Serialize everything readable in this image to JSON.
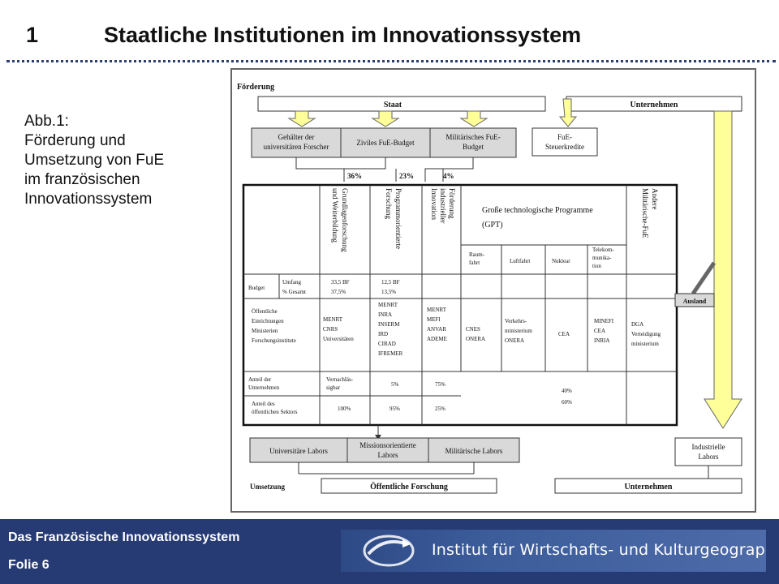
{
  "header": {
    "number": "1",
    "title": "Staatliche Institutionen im Innovationssystem"
  },
  "caption": {
    "lines": [
      "Abb.1:",
      "Förderung und",
      "Umsetzung von FuE",
      "im französischen",
      "Innovationssystem"
    ]
  },
  "diagram": {
    "foerderung_label": "Förderung",
    "staat": "Staat",
    "unternehmen_top": "Unternehmen",
    "gehaelter": [
      "Gehälter der",
      "universitären Forscher"
    ],
    "ziviles_budget": "Ziviles FuE-Budget",
    "militaer_budget": [
      "Militärisches FuE-",
      "Budget"
    ],
    "steuerkredite": [
      "FuE-",
      "Steuerkredite"
    ],
    "pct_36": "36%",
    "pct_23": "23%",
    "pct_4": "4%",
    "col_grundlagen": [
      "Grundlagenforschung",
      "und Weiterbildung"
    ],
    "col_programm": [
      "Programmorientierte",
      "Forschung"
    ],
    "col_foerderung": [
      "Förderung",
      "industrieller",
      "Innovation"
    ],
    "gpt_title": [
      "Große technologische Programme",
      "(GPT)"
    ],
    "gpt_raumfahrt": [
      "Raum-",
      "fahrt"
    ],
    "gpt_luftfahrt": "Luftfahrt",
    "gpt_nuklear": "Nuklear",
    "gpt_telekom": [
      "Telekom-",
      "munika-",
      "tion"
    ],
    "col_andere": [
      "Andere",
      "Militärische-FuE"
    ],
    "budget": "Budget",
    "umfang": "Umfang",
    "gesamt": "% Gesamt",
    "b1": "33,5 BF",
    "b1p": "37,5%",
    "b2": "12,5 BF",
    "b2p": "13,5%",
    "oeff_einr": [
      "Öffentliche",
      "Einrichtungen",
      "Ministerien",
      "Forschungsinstitute"
    ],
    "inst_grund": [
      "MENRT",
      "CNRS",
      "Universitäten"
    ],
    "inst_prog": [
      "MENRT",
      "INRA",
      "INSERM",
      "IRD",
      "CIRAD",
      "IFREMER"
    ],
    "inst_foerd": [
      "MENRT",
      "MEFI",
      "ANVAR",
      "ADEME"
    ],
    "inst_raum": [
      "CNES",
      "ONERA"
    ],
    "inst_luft": [
      "Verkehrs-",
      "ministerium",
      "ONERA"
    ],
    "inst_nuk": "CEA",
    "inst_tele": [
      "MINEFI",
      "CEA",
      "INRIA"
    ],
    "inst_andere": [
      "DGA",
      "Verteidigung",
      "ministerium"
    ],
    "anteil_unt": [
      "Anteil der",
      "Unternehmen"
    ],
    "anteil_oeff": [
      "Anteil des",
      "öffentlichen Sektors"
    ],
    "u1": [
      "Vernachläs-",
      "sigbar"
    ],
    "u2": "5%",
    "u3": "75%",
    "o1": "100%",
    "o2": "95%",
    "o3": "25%",
    "gpt_u": "40%",
    "gpt_o": "60%",
    "ausland": "Ausland",
    "uni_labors": "Universitäre Labors",
    "mission_labors": [
      "Missionsorientierte",
      "Labors"
    ],
    "milit_labors": "Militärische Labors",
    "ind_labors": [
      "Industrielle",
      "Labors"
    ],
    "umsetzung_label": "Umsetzung",
    "oeff_forschung": "Öffentliche Forschung",
    "unternehmen_bottom": "Unternehmen"
  },
  "footer": {
    "line1": "Das Französische Innovationssystem",
    "line2": "Folie 6",
    "banner_text": "Institut für Wirtschafts- und Kulturgeographie"
  },
  "colors": {
    "footer_bg": "#263a73",
    "arrow_yellow": "#ffff99",
    "box_grey": "#d9d9d9"
  }
}
